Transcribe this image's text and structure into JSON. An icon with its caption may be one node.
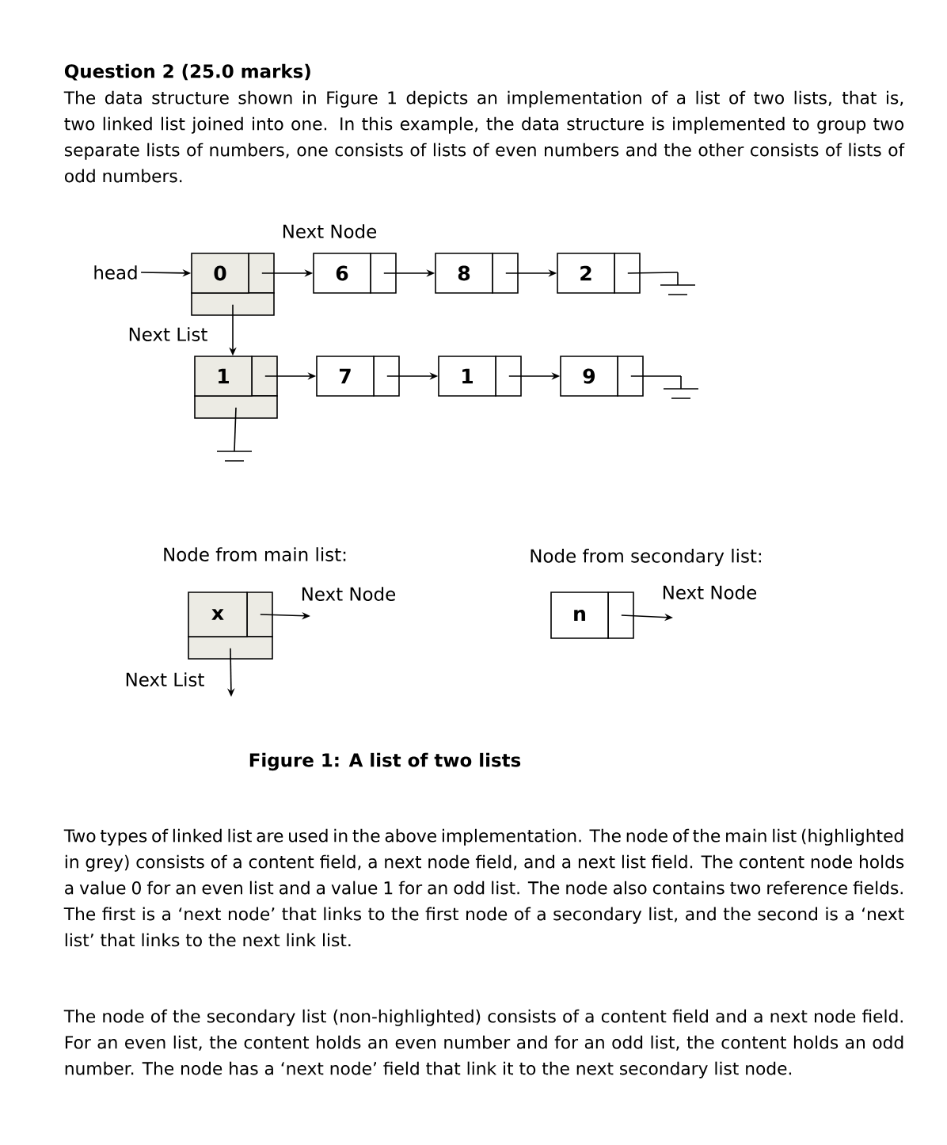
{
  "diagram": {
    "title": "Question 2 (25.0 marks)",
    "caption": "Figure 1: A list of two lists",
    "nodes": [
      {
        "text": [
          "head"
        ]
      },
      {
        "text": [
          "0"
        ]
      },
      {
        "text": [
          "6"
        ]
      },
      {
        "text": [
          "8"
        ]
      },
      {
        "text": [
          "2"
        ]
      },
      {
        "text": [
          "1"
        ]
      },
      {
        "text": [
          "7"
        ]
      },
      {
        "text": [
          "1"
        ]
      },
      {
        "text": [
          "9"
        ]
      },
      {
        "text": [
          "x"
        ]
      },
      {
        "text": [
          "n"
        ]
      }
    ],
    "edges": [
      {
        "from": 0,
        "to": 1,
        "arrow": "to"
      },
      {
        "from": 1,
        "to": 2,
        "arrow": "to",
        "label": "Next Node"
      },
      {
        "from": 2,
        "to": 3,
        "arrow": "to"
      },
      {
        "from": 3,
        "to": 4,
        "arrow": "to"
      },
      {
        "from": 4,
        "to": null,
        "arrow": "none"
      },
      {
        "from": 1,
        "to": 5,
        "arrow": "to",
        "label": "Next List"
      },
      {
        "from": 5,
        "to": 6,
        "arrow": "to"
      },
      {
        "from": 6,
        "to": 7,
        "arrow": "to"
      },
      {
        "from": 7,
        "to": 8,
        "arrow": "to"
      },
      {
        "from": 8,
        "to": null,
        "arrow": "none"
      },
      {
        "from": 5,
        "to": null,
        "arrow": "none"
      },
      {
        "from": 9,
        "to": null,
        "arrow": "to",
        "label": "Next Node"
      },
      {
        "from": 9,
        "to": null,
        "arrow": "to",
        "label": "Next List"
      },
      {
        "from": 10,
        "to": null,
        "arrow": "to",
        "label": "Next Node"
      }
    ],
    "labels": [
      "The data structure shown in Figure 1 depicts an implementation of a list of two lists, that is, two linked list joined into one. In this example, the data structure is implemented to group two separate lists of numbers, one consists of lists of even numbers and the other consists of lists of odd numbers.",
      "Node from main list:",
      "Node from secondary list:",
      "Two types of linked list are used in the above implementation. The node of the main list (highlighted in grey) consists of a content field, a next node field, and a next list field. The content node holds a value 0 for an even list and a value 1 for an odd list. The node also contains two reference fields. The first is a ‘next node’ that links to the first node of a secondary list, and the second is a ‘next list’ that links to the next link list.",
      "The node of the secondary list (non-highlighted) consists of a content field and a next node field. For an even list, the content holds an even number and for an odd list, the content holds an odd number. The node has a ‘next node’ field that link it to the next secondary list node."
    ]
  }
}
